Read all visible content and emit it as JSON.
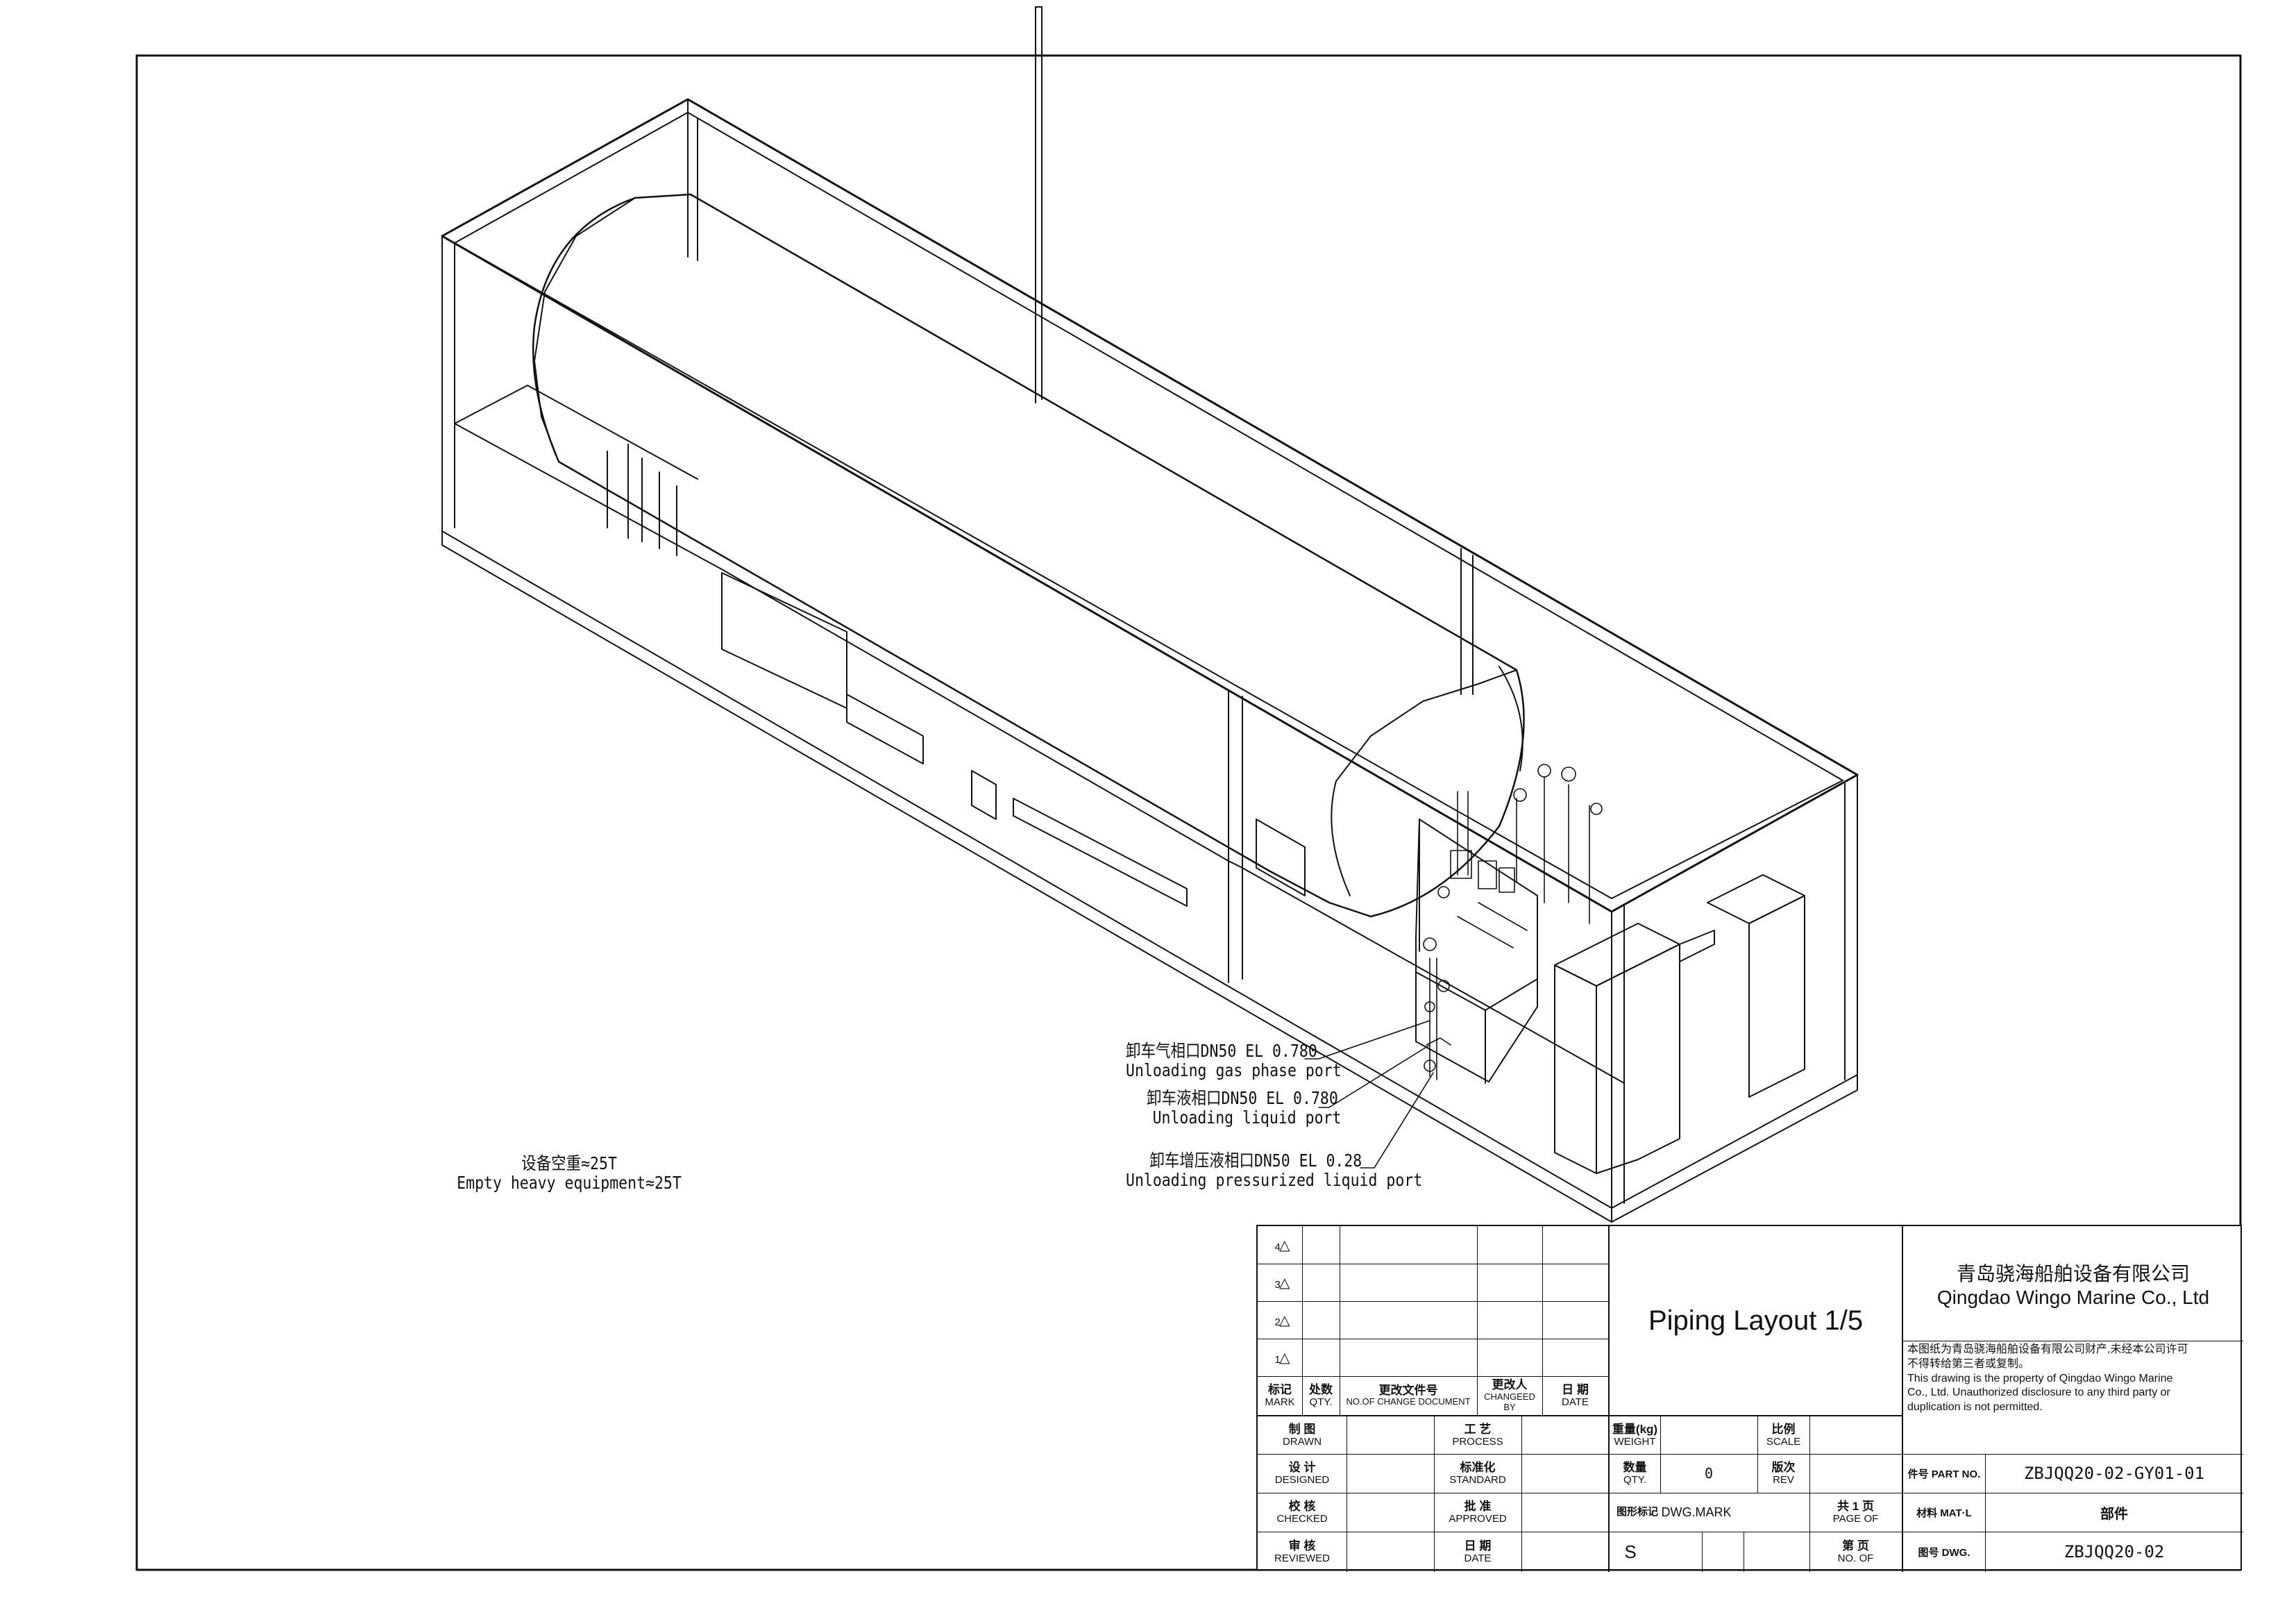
{
  "callouts": {
    "gas_port": {
      "cn": "卸车气相口DN50  EL 0.780",
      "en": "Unloading gas phase port"
    },
    "liquid_port": {
      "cn": "卸车液相口DN50 EL 0.780",
      "en": "Unloading liquid port"
    },
    "pressurized_port": {
      "cn": "卸车增压液相口DN50 EL 0.28",
      "en": "Unloading pressurized liquid port"
    }
  },
  "weight_note": {
    "cn": "设备空重≈25T",
    "en": "Empty heavy equipment≈25T"
  },
  "title_block": {
    "revisions": [
      "4",
      "3",
      "2",
      "1"
    ],
    "headers": [
      {
        "cn": "标记",
        "en": "MARK"
      },
      {
        "cn": "处数",
        "en": "QTY."
      },
      {
        "cn": "更改文件号",
        "en": "NO.OF CHANGE DOCUMENT"
      },
      {
        "cn": "更改人",
        "en": "CHANGEED BY"
      },
      {
        "cn": "日 期",
        "en": "DATE"
      }
    ],
    "title": "Piping Layout 1/5",
    "company": {
      "cn": "青岛骁海船舶设备有限公司",
      "en": "Qingdao Wingo Marine Co., Ltd"
    },
    "notice": {
      "cn1": "本图纸为青岛骁海船舶设备有限公司财产,未经本公司许可",
      "cn2": "不得转给第三者或复制。",
      "en1": "This drawing is the property of Qingdao Wingo Marine",
      "en2": "Co., Ltd. Unauthorized disclosure to any third party or",
      "en3": "duplication is not permitted."
    },
    "signoff": [
      {
        "cn": "制 图",
        "en": "DRAWN",
        "cn2": "工 艺",
        "en2": "PROCESS"
      },
      {
        "cn": "设 计",
        "en": "DESIGNED",
        "cn2": "标准化",
        "en2": "STANDARD"
      },
      {
        "cn": "校 核",
        "en": "CHECKED",
        "cn2": "批 准",
        "en2": "APPROVED"
      },
      {
        "cn": "审 核",
        "en": "REVIEWED",
        "cn2": "日 期",
        "en2": "DATE"
      }
    ],
    "weight": {
      "cn": "重量(kg)",
      "en": "WEIGHT"
    },
    "scale": {
      "cn": "比例",
      "en": "SCALE"
    },
    "qty": {
      "cn": "数量",
      "en": "QTY.",
      "value": "0"
    },
    "rev": {
      "cn": "版次",
      "en": "REV"
    },
    "dwg_mark": {
      "cn": "图形标记",
      "en": "DWG.MARK",
      "value": "S"
    },
    "page_of": {
      "cn": "共 1 页",
      "en": "PAGE OF"
    },
    "no_of": {
      "cn": "第  页",
      "en": "NO. OF"
    },
    "part_no": {
      "label": "件号 PART NO.",
      "value": "ZBJQQ20-02-GY01-01"
    },
    "material": {
      "label": "材料 MAT·L",
      "value": "部件"
    },
    "dwg": {
      "label": "图号 DWG.",
      "value": "ZBJQQ20-02"
    }
  }
}
